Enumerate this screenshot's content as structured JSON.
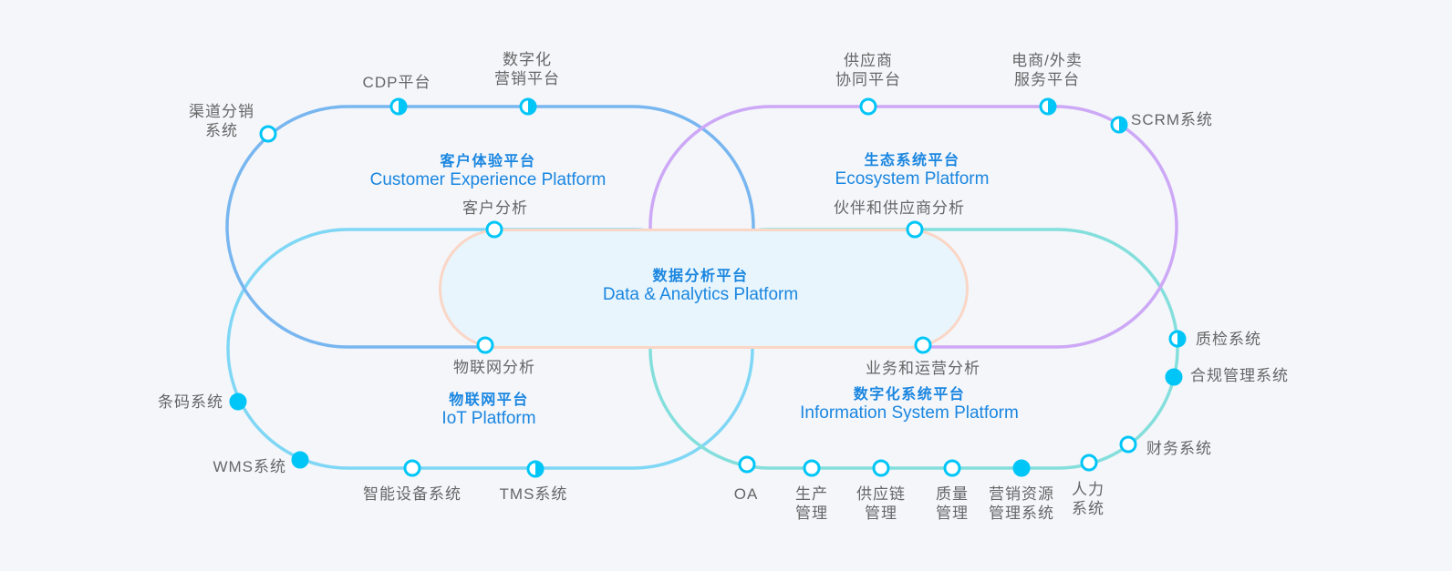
{
  "diagram": {
    "node_color": "#00c6f7",
    "center": {
      "title_cn": "数据分析平台",
      "title_en": "Data & Analytics Platform",
      "stroke_color": "#fad6c6",
      "fill_color": "#e8f5fd",
      "nodes": [
        {
          "label": "客户分析",
          "status": "open"
        },
        {
          "label": "伙伴和供应商分析",
          "status": "open"
        },
        {
          "label": "物联网分析",
          "status": "open"
        },
        {
          "label": "业务和运营分析",
          "status": "open"
        }
      ]
    },
    "customer_experience": {
      "title_cn": "客户体验平台",
      "title_en": "Customer Experience Platform",
      "color": "#78b6f0",
      "nodes": [
        {
          "label": "渠道分销\n系统",
          "status": "open"
        },
        {
          "label": "CDP平台",
          "status": "half"
        },
        {
          "label": "数字化\n营销平台",
          "status": "half"
        }
      ]
    },
    "ecosystem": {
      "title_cn": "生态系统平台",
      "title_en": "Ecosystem Platform",
      "color": "#cda8f6",
      "nodes": [
        {
          "label": "供应商\n协同平台",
          "status": "open"
        },
        {
          "label": "电商/外卖\n服务平台",
          "status": "half"
        },
        {
          "label": "SCRM系统",
          "status": "half"
        }
      ]
    },
    "iot": {
      "title_cn": "物联网平台",
      "title_en": "IoT Platform",
      "color": "#7fd7f5",
      "nodes": [
        {
          "label": "条码系统",
          "status": "filled"
        },
        {
          "label": "WMS系统",
          "status": "filled"
        },
        {
          "label": "智能设备系统",
          "status": "open"
        },
        {
          "label": "TMS系统",
          "status": "half"
        }
      ]
    },
    "information_system": {
      "title_cn": "数字化系统平台",
      "title_en": "Information System Platform",
      "color": "#84dfdc",
      "nodes": [
        {
          "label": "质检系统",
          "status": "half"
        },
        {
          "label": "合规管理系统",
          "status": "filled"
        },
        {
          "label": "财务系统",
          "status": "open"
        },
        {
          "label": "人力\n系统",
          "status": "open"
        },
        {
          "label": "营销资源\n管理系统",
          "status": "filled"
        },
        {
          "label": "质量\n管理",
          "status": "open"
        },
        {
          "label": "供应链\n管理",
          "status": "open"
        },
        {
          "label": "生产\n管理",
          "status": "open"
        },
        {
          "label": "OA",
          "status": "open"
        }
      ]
    }
  }
}
